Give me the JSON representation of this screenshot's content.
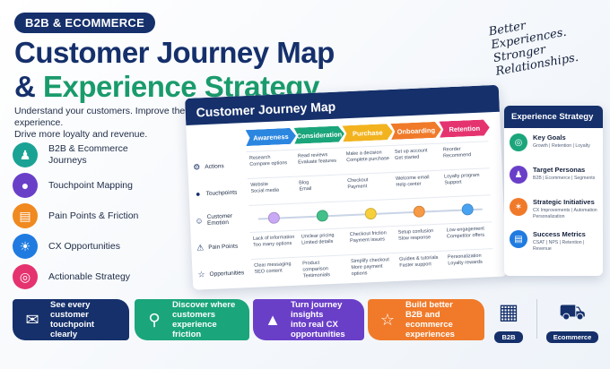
{
  "badge": "B2B & ECOMMERCE",
  "title_line1": "Customer Journey Map",
  "title_line2_amp": "& ",
  "title_line2": "Experience Strategy",
  "tagline": [
    "Better",
    "Experiences.",
    "Stronger",
    "Relationships."
  ],
  "subtitle": [
    "Understand your customers. Improve their experience.",
    "Drive more loyalty and revenue."
  ],
  "features": [
    {
      "label": "B2B & Ecommerce Journeys",
      "icon": "people-icon",
      "color": "#1aa394"
    },
    {
      "label": "Touchpoint Mapping",
      "icon": "location-pin-icon",
      "color": "#6a3fc8"
    },
    {
      "label": "Pain Points & Friction",
      "icon": "bar-chart-icon",
      "color": "#f0891f"
    },
    {
      "label": "CX Opportunities",
      "icon": "lightbulb-icon",
      "color": "#1f7be0"
    },
    {
      "label": "Actionable Strategy",
      "icon": "target-icon",
      "color": "#e5336f"
    }
  ],
  "journey": {
    "title": "Customer Journey Map",
    "stages": [
      {
        "label": "Awareness",
        "color": "#2b86e0"
      },
      {
        "label": "Consideration",
        "color": "#1aa57a"
      },
      {
        "label": "Purchase",
        "color": "#f2b31f"
      },
      {
        "label": "Onboarding",
        "color": "#f07a2a"
      },
      {
        "label": "Retention",
        "color": "#e5336f"
      }
    ],
    "rows": [
      {
        "label": "Actions",
        "icon": "gear-icon"
      },
      {
        "label": "Touchpoints",
        "icon": "location-pin-icon"
      },
      {
        "label": "Customer Emotion",
        "icon": "smiley-icon"
      },
      {
        "label": "Pain Points",
        "icon": "warning-icon"
      },
      {
        "label": "Opportunities",
        "icon": "star-icon"
      }
    ],
    "cells": {
      "actions": [
        [
          "Research",
          "Compare options"
        ],
        [
          "Read reviews",
          "Evaluate features"
        ],
        [
          "Make a decision",
          "Complete purchase"
        ],
        [
          "Set up account",
          "Get started"
        ],
        [
          "Reorder",
          "Recommend"
        ]
      ],
      "touchpoints": [
        [
          "Website",
          "Social media"
        ],
        [
          "Blog",
          "Email"
        ],
        [
          "Checkout",
          "Payment"
        ],
        [
          "Welcome email",
          "Help center"
        ],
        [
          "Loyalty program",
          "Support"
        ]
      ],
      "emotions": [
        "#c9a8f5",
        "#43c08a",
        "#f7cf3b",
        "#f79a45",
        "#4aa3f0"
      ],
      "pain_points": [
        [
          "Lack of information",
          "Too many options"
        ],
        [
          "Unclear pricing",
          "Limited details"
        ],
        [
          "Checkout friction",
          "Payment issues"
        ],
        [
          "Setup confusion",
          "Slow response"
        ],
        [
          "Low engagement",
          "Competitor offers"
        ]
      ],
      "opportunities": [
        [
          "Clear messaging",
          "SEO content"
        ],
        [
          "Product comparison",
          "Testimonials"
        ],
        [
          "Simplify checkout",
          "More payment options"
        ],
        [
          "Guides & tutorials",
          "Faster support"
        ],
        [
          "Personalization",
          "Loyalty rewards"
        ]
      ]
    }
  },
  "strategy": {
    "title": "Experience Strategy",
    "items": [
      {
        "title": "Key Goals",
        "desc": "Growth | Retention | Loyalty",
        "icon": "target-icon",
        "color": "#1aa57a"
      },
      {
        "title": "Target Personas",
        "desc": "B2B | Ecommerce | Segments",
        "icon": "people-icon",
        "color": "#6a3fc8"
      },
      {
        "title": "Strategic Initiatives",
        "desc": "CX Improvements | Automation Personalization",
        "icon": "network-icon",
        "color": "#f07a2a"
      },
      {
        "title": "Success Metrics",
        "desc": "CSAT | NPS | Retention | Revenue",
        "icon": "chart-icon",
        "color": "#1f7be0"
      }
    ]
  },
  "banners": [
    {
      "text": [
        "See every",
        "customer touchpoint",
        "clearly"
      ],
      "icon": "megaphone-icon",
      "color": "#15306b"
    },
    {
      "text": [
        "Discover where",
        "customers experience",
        "friction"
      ],
      "icon": "search-icon",
      "color": "#1aa57a"
    },
    {
      "text": [
        "Turn journey insights",
        "into real CX",
        "opportunities"
      ],
      "icon": "growth-chart-icon",
      "color": "#6a3fc8"
    },
    {
      "text": [
        "Build better",
        "B2B and ecommerce",
        "experiences"
      ],
      "icon": "star-icon",
      "color": "#f07a2a"
    }
  ],
  "tiles": [
    {
      "label": "B2B",
      "icon": "building-icon"
    },
    {
      "label": "Ecommerce",
      "icon": "cart-icon"
    }
  ]
}
